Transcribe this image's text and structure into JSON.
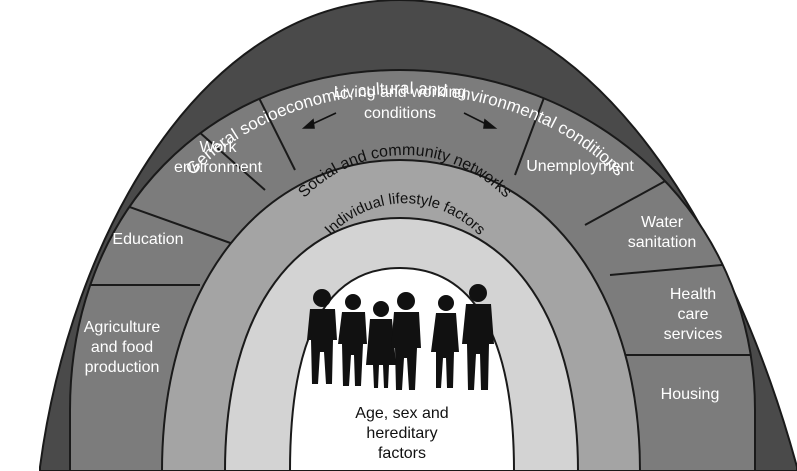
{
  "colors": {
    "outer_band": "#4a4a4a",
    "sector_fill": "#7c7c7c",
    "social_band": "#a4a4a4",
    "lifestyle_band": "#d3d3d3",
    "core": "#ffffff",
    "outline": "#1a1a1a",
    "text_dark": "#ffffff",
    "text_light": "#111111",
    "people": "#111111"
  },
  "layers": {
    "outer": "General socioeconomic, cultural and environmental conditions",
    "social": "Social and community networks",
    "lifestyle": "Individual lifestyle factors",
    "core": [
      "Age, sex and",
      "hereditary",
      "factors"
    ]
  },
  "sectors": {
    "agriculture": [
      "Agriculture",
      "and food",
      "production"
    ],
    "education": [
      "Education"
    ],
    "work": [
      "Work",
      "environment"
    ],
    "living": [
      "Living and working",
      "conditions"
    ],
    "unemployment": [
      "Unemployment"
    ],
    "water": [
      "Water",
      "sanitation"
    ],
    "health": [
      "Health",
      "care",
      "services"
    ],
    "housing": [
      "Housing"
    ]
  },
  "icons": {
    "people": "people-group-icon",
    "arrows": "arrow-icon"
  }
}
